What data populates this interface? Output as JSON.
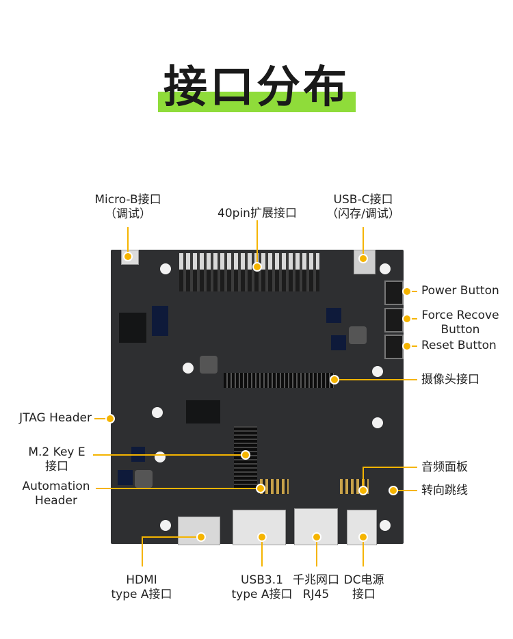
{
  "title": "接口分布",
  "labels": {
    "micro_b": [
      "Micro-B接口",
      "（调试）"
    ],
    "pin40": "40pin扩展接口",
    "usbc": [
      "USB-C接口",
      "（闪存/调试）"
    ],
    "power_button": "Power Button",
    "force_recovery": [
      "Force Recove",
      "Button"
    ],
    "reset_button": "Reset Button",
    "camera": "摄像头接口",
    "jtag": "JTAG Header",
    "m2": [
      "M.2 Key E",
      "接口"
    ],
    "automation": [
      "Automation",
      "Header"
    ],
    "audio": "音频面板",
    "jumper": "转向跳线",
    "hdmi": [
      "HDMI",
      "type A接口"
    ],
    "usb31": [
      "USB3.1",
      "type A接口"
    ],
    "rj45": [
      "千兆网口",
      "RJ45"
    ],
    "dc": [
      "DC电源",
      "接口"
    ]
  },
  "colors": {
    "accent": "#8fdc3a",
    "callout": "#f5b400",
    "board": "#2e2f31"
  }
}
